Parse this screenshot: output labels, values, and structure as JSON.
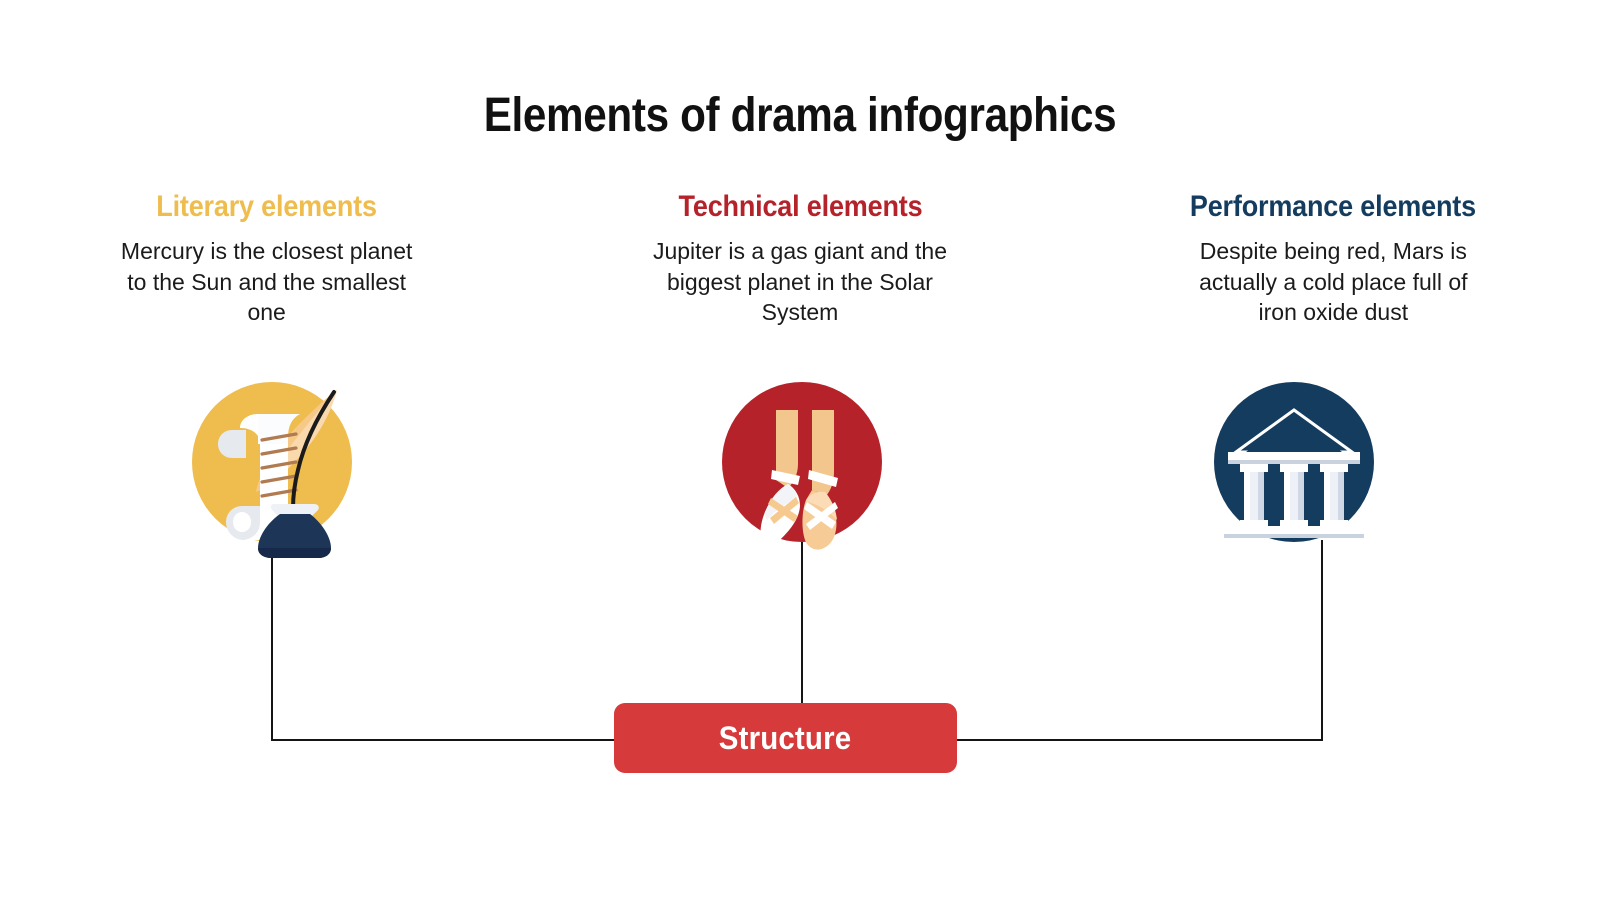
{
  "slide": {
    "title": "Elements of drama infographics",
    "background_color": "#FFFFFF",
    "title_color": "#111111"
  },
  "columns": [
    {
      "heading": "Literary elements",
      "heading_color": "#EFBC4E",
      "body": "Mercury is the closest planet to the Sun and the smallest one",
      "icon_name": "scroll-quill-icon",
      "circle_color": "#EFBC4E"
    },
    {
      "heading": "Technical elements",
      "heading_color": "#B5222A",
      "body": "Jupiter is a gas giant and the biggest planet in the Solar System",
      "icon_name": "ballet-pointe-shoes-icon",
      "circle_color": "#B5222A"
    },
    {
      "heading": "Performance elements",
      "heading_color": "#143C5F",
      "body": "Despite being red, Mars is actually a cold place full of iron oxide dust",
      "icon_name": "greek-temple-icon",
      "circle_color": "#143C5F"
    }
  ],
  "structure_node": {
    "label": "Structure",
    "fill_color": "#D63A3A",
    "text_color": "#FFFFFF"
  },
  "connectors": {
    "line_color": "#151515",
    "line_width": 2
  }
}
